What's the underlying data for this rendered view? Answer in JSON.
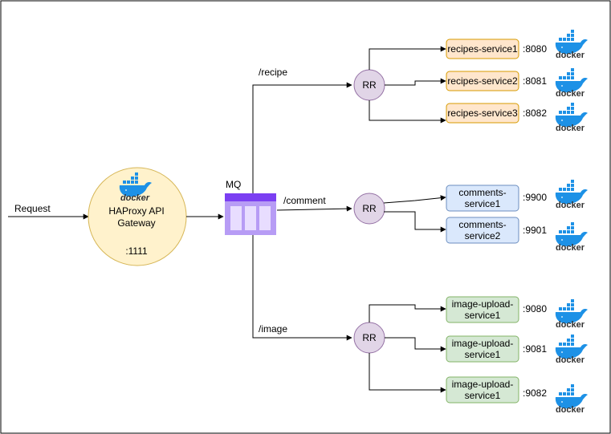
{
  "input": {
    "label": "Request"
  },
  "gateway": {
    "name_line1": "HAProxy API",
    "name_line2": "Gateway",
    "port": ":1111",
    "docker_label": "docker"
  },
  "queue": {
    "label": "MQ"
  },
  "routes": [
    {
      "path": "/recipe",
      "balancer": "RR"
    },
    {
      "path": "/comment",
      "balancer": "RR"
    },
    {
      "path": "/image",
      "balancer": "RR"
    }
  ],
  "services": {
    "recipes": [
      {
        "line1": "recipes-service1",
        "line2": "",
        "port": ":8080",
        "docker_label": "docker"
      },
      {
        "line1": "recipes-service2",
        "line2": "",
        "port": ":8081",
        "docker_label": "docker"
      },
      {
        "line1": "recipes-service3",
        "line2": "",
        "port": ":8082",
        "docker_label": "docker"
      }
    ],
    "comments": [
      {
        "line1": "comments-",
        "line2": "service1",
        "port": ":9900",
        "docker_label": "docker"
      },
      {
        "line1": "comments-",
        "line2": "service2",
        "port": ":9901",
        "docker_label": "docker"
      }
    ],
    "images": [
      {
        "line1": "image-upload-",
        "line2": "service1",
        "port": ":9080",
        "docker_label": "docker"
      },
      {
        "line1": "image-upload-",
        "line2": "service1",
        "port": ":9081",
        "docker_label": "docker"
      },
      {
        "line1": "image-upload-",
        "line2": "service1",
        "port": ":9082",
        "docker_label": "docker"
      }
    ]
  },
  "colors": {
    "frame": "#000000",
    "gateway_fill": "#fff2cc",
    "gateway_stroke": "#d6b656",
    "rr_fill": "#e1d5e7",
    "rr_stroke": "#9673a6",
    "mq_header": "#7b3ff2",
    "mq_body": "#b79cf5",
    "mq_slot": "#e8ddff",
    "recipes_fill": "#ffe6cc",
    "recipes_stroke": "#d79b00",
    "comments_fill": "#dae8fc",
    "comments_stroke": "#6c8ebf",
    "images_fill": "#d5e8d4",
    "images_stroke": "#82b366",
    "docker_blue": "#1d91e6",
    "docker_text": "#333333"
  },
  "icons": [
    "docker-whale-icon",
    "message-queue-icon",
    "arrow-icon"
  ]
}
